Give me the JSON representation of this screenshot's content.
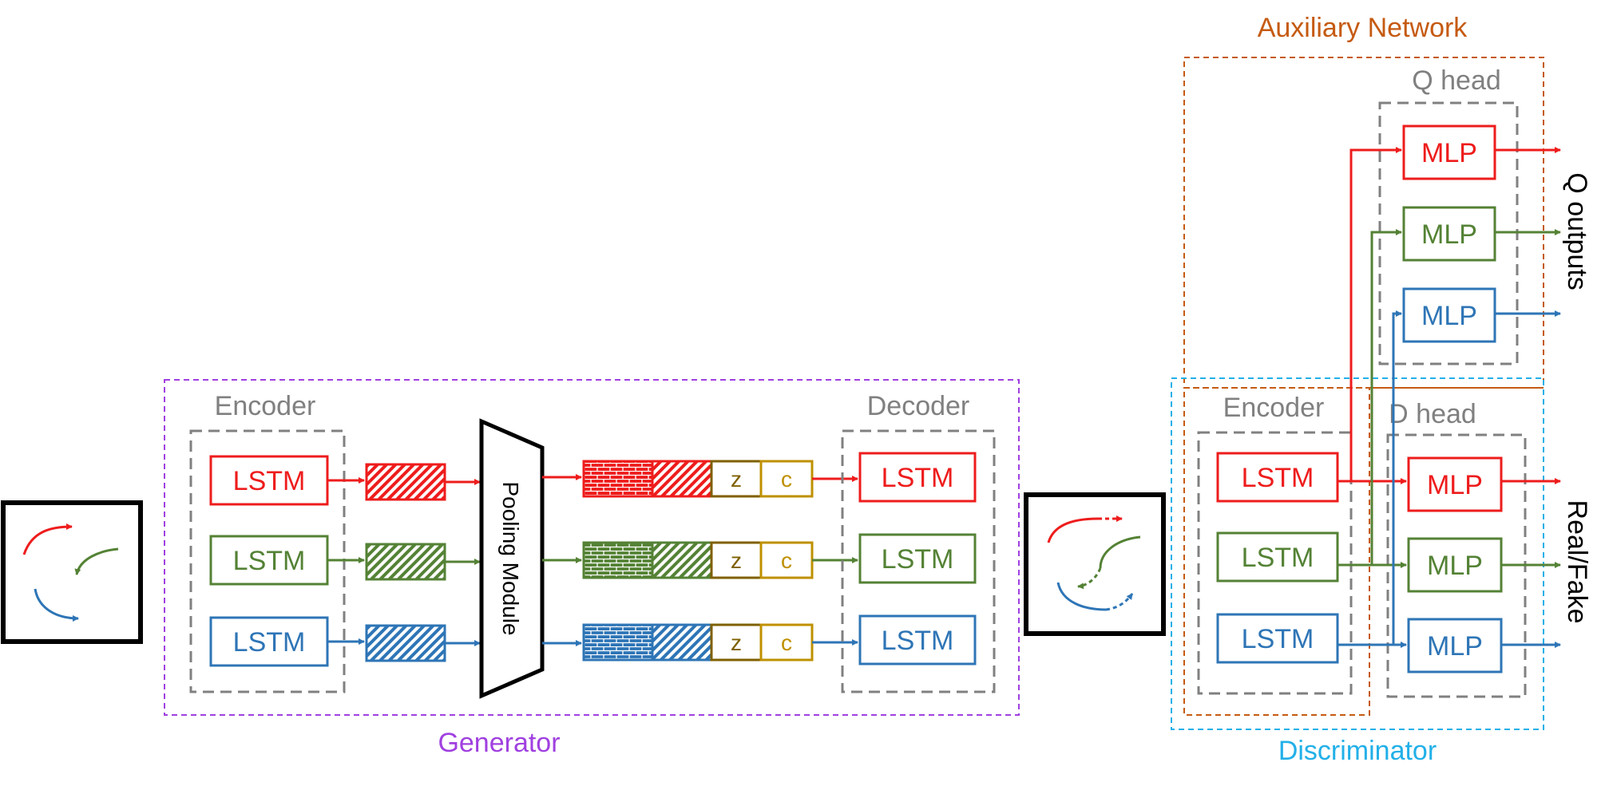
{
  "colors": {
    "red": "#ee1c1c",
    "green": "#548235",
    "blue": "#2e75b6",
    "gray": "#808080",
    "purple": "#a040e0",
    "cyan": "#22b0e8",
    "orange": "#c55a11",
    "z_color": "#7f6000",
    "c_color": "#bf9000"
  },
  "generator": {
    "label": "Generator",
    "encoder": {
      "title": "Encoder",
      "lstm_labels": [
        "LSTM",
        "LSTM",
        "LSTM"
      ]
    },
    "pooling": {
      "label": "Pooling Module"
    },
    "noise": {
      "z_label": "z",
      "c_label": "c"
    },
    "decoder": {
      "title": "Decoder",
      "lstm_labels": [
        "LSTM",
        "LSTM",
        "LSTM"
      ]
    }
  },
  "discriminator": {
    "label": "Discriminator",
    "encoder": {
      "title": "Encoder",
      "lstm_labels": [
        "LSTM",
        "LSTM",
        "LSTM"
      ]
    },
    "d_head": {
      "title": "D head",
      "mlp_labels": [
        "MLP",
        "MLP",
        "MLP"
      ],
      "output_label": "Real/Fake"
    }
  },
  "auxiliary": {
    "label": "Auxiliary Network",
    "q_head": {
      "title": "Q head",
      "mlp_labels": [
        "MLP",
        "MLP",
        "MLP"
      ],
      "output_label": "Q outputs"
    }
  }
}
